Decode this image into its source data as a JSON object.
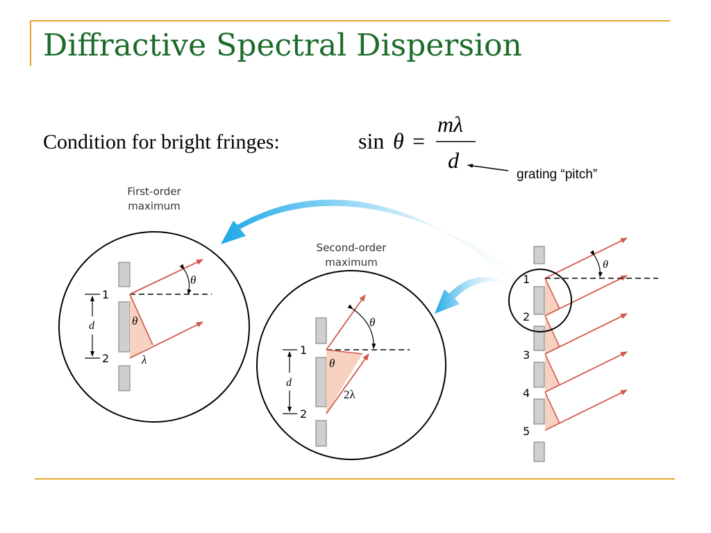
{
  "slide": {
    "title": "Diffractive Spectral Dispersion",
    "condition_label": "Condition for bright fringes:",
    "accent_color": "#1b6b2a",
    "rule_color": "#e3a42d"
  },
  "equation": {
    "lhs": "sin",
    "theta": "θ",
    "equals": "=",
    "numerator": "mλ",
    "denominator": "d",
    "pitch_label": "grating “pitch”"
  },
  "first_order": {
    "title_line1": "First-order",
    "title_line2": "maximum",
    "slit1": "1",
    "slit2": "2",
    "d": "d",
    "theta_angle": "θ",
    "theta_inner": "θ",
    "path_diff": "λ"
  },
  "second_order": {
    "title_line1": "Second-order",
    "title_line2": "maximum",
    "slit1": "1",
    "slit2": "2",
    "d": "d",
    "theta_angle": "θ",
    "theta_inner": "θ",
    "path_diff": "2λ"
  },
  "grating": {
    "theta_angle": "θ",
    "slits": [
      "1",
      "2",
      "3",
      "4",
      "5"
    ]
  },
  "colors": {
    "ray": "#d0574a",
    "slit_fill": "#cfcfcf",
    "triangle_fill": "#f7d2c0",
    "arrow_blue": "#1ea8e6"
  }
}
